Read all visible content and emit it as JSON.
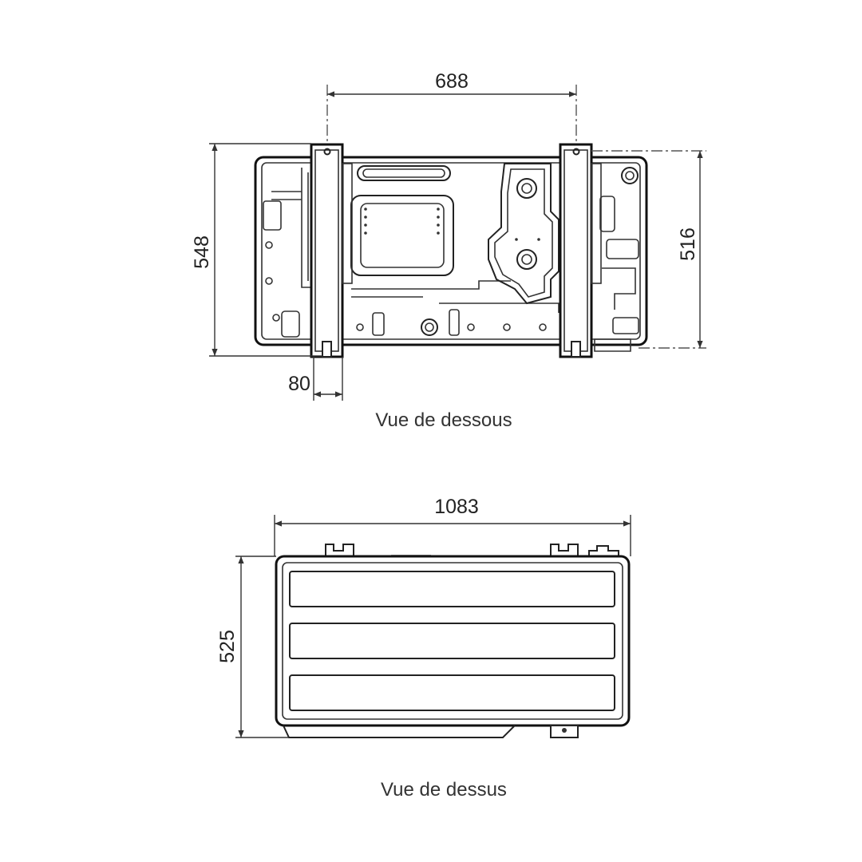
{
  "views": [
    {
      "caption": "Vue de dessous",
      "dimensions": {
        "width_between_brackets": "688",
        "depth": "548",
        "inner_depth": "516",
        "bracket_width": "80"
      }
    },
    {
      "caption": "Vue de dessus",
      "dimensions": {
        "width": "1083",
        "depth": "525"
      }
    }
  ]
}
